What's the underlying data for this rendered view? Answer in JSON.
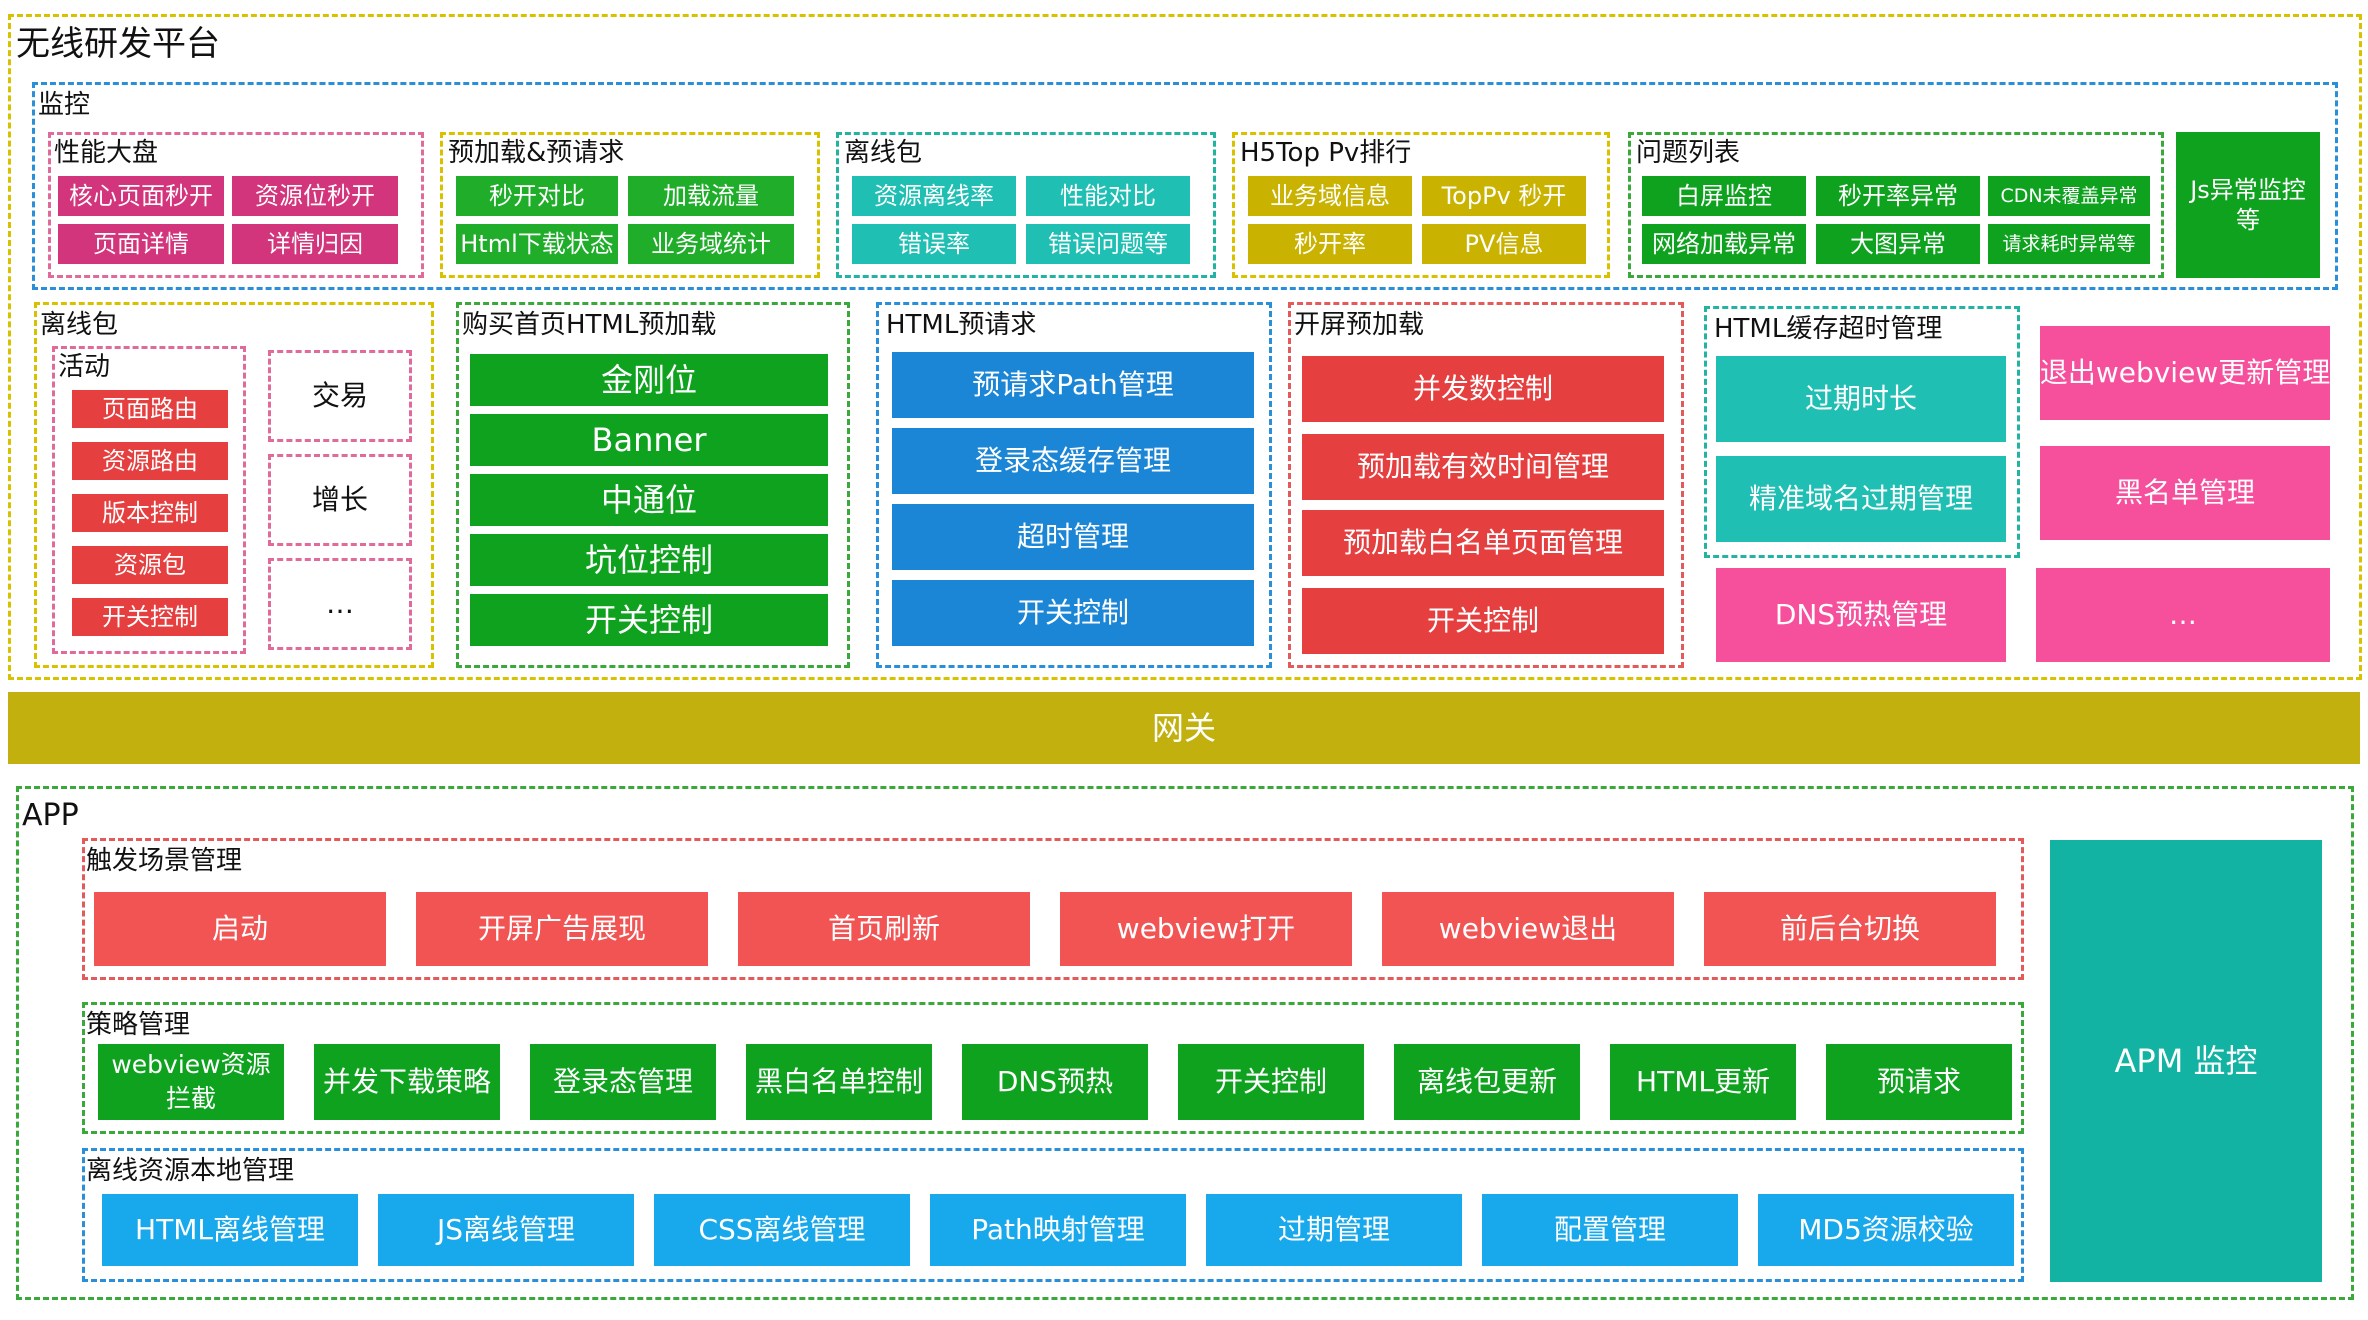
{
  "title": "无线研发平台",
  "colors": {
    "magenta": "#d2357b",
    "green": "#1fad2a",
    "darkgreen": "#0ea21f",
    "teal": "#1fbfb3",
    "gold": "#c9b200",
    "blue": "#1c86d6",
    "red": "#e53f3f",
    "lightred": "#f25454",
    "pink": "#f64f9c",
    "gateway": "#c1b00d",
    "apm": "#12b3a2",
    "cyan": "#18a8ec"
  },
  "monitor": {
    "label": "监控",
    "perf": {
      "label": "性能大盘",
      "items": [
        "核心页面秒开",
        "资源位秒开",
        "页面详情",
        "详情归因"
      ]
    },
    "preload": {
      "label": "预加载&预请求",
      "items": [
        "秒开对比",
        "加载流量",
        "Html下载状态",
        "业务域统计"
      ]
    },
    "offline": {
      "label": "离线包",
      "items": [
        "资源离线率",
        "性能对比",
        "错误率",
        "错误问题等"
      ]
    },
    "h5top": {
      "label": "H5Top Pv排行",
      "items": [
        "业务域信息",
        "TopPv 秒开",
        "秒开率",
        "PV信息"
      ]
    },
    "issues": {
      "label": "问题列表",
      "items": [
        "白屏监控",
        "秒开率异常",
        "CDN未覆盖异常",
        "网络加载异常",
        "大图异常",
        "请求耗时异常等"
      ]
    },
    "js": "Js异常监控等"
  },
  "offlinePkg": {
    "label": "离线包",
    "activity": {
      "label": "活动",
      "items": [
        "页面路由",
        "资源路由",
        "版本控制",
        "资源包",
        "开关控制"
      ]
    },
    "side": [
      "交易",
      "增长",
      "…"
    ]
  },
  "buyPreload": {
    "label": "购买首页HTML预加载",
    "items": [
      "金刚位",
      "Banner",
      "中通位",
      "坑位控制",
      "开关控制"
    ]
  },
  "htmlPrereq": {
    "label": "HTML预请求",
    "items": [
      "预请求Path管理",
      "登录态缓存管理",
      "超时管理",
      "开关控制"
    ]
  },
  "splash": {
    "label": "开屏预加载",
    "items": [
      "并发数控制",
      "预加载有效时间管理",
      "预加载白名单页面管理",
      "开关控制"
    ]
  },
  "cache": {
    "label": "HTML缓存超时管理",
    "items": [
      "过期时长",
      "精准域名过期管理"
    ]
  },
  "rightPink": [
    "退出webview更新管理",
    "黑名单管理",
    "DNS预热管理",
    "…"
  ],
  "gateway": "网关",
  "app": {
    "label": "APP",
    "trigger": {
      "label": "触发场景管理",
      "items": [
        "启动",
        "开屏广告展现",
        "首页刷新",
        "webview打开",
        "webview退出",
        "前后台切换"
      ]
    },
    "strategy": {
      "label": "策略管理",
      "items": [
        "webview资源拦截",
        "并发下载策略",
        "登录态管理",
        "黑白名单控制",
        "DNS预热",
        "开关控制",
        "离线包更新",
        "HTML更新",
        "预请求"
      ]
    },
    "local": {
      "label": "离线资源本地管理",
      "items": [
        "HTML离线管理",
        "JS离线管理",
        "CSS离线管理",
        "Path映射管理",
        "过期管理",
        "配置管理",
        "MD5资源校验"
      ]
    },
    "apm": "APM 监控"
  }
}
